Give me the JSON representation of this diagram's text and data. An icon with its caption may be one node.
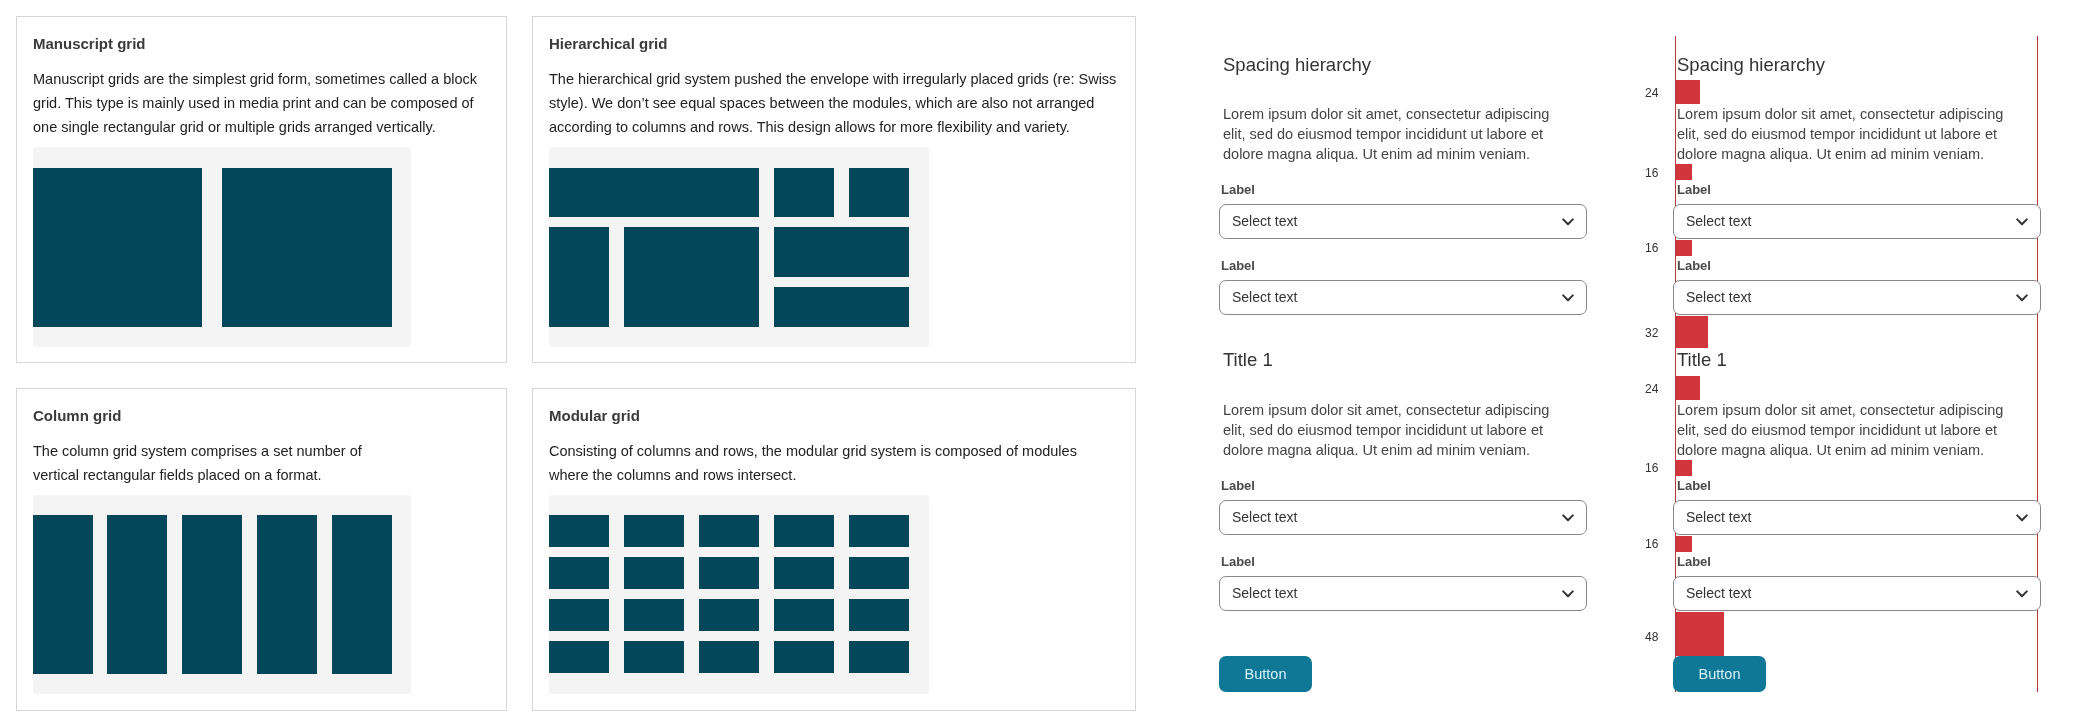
{
  "diagram": {
    "nodes": [
      {
        "text": [
          "Manuscript grid",
          "Manuscript grids are the simplest grid form, sometimes called a block grid. This type is mainly used in media print and can be composed of one single rectangular grid or multiple grids arranged vertically."
        ]
      },
      {
        "text": [
          "Hierarchical grid",
          "The hierarchical grid system pushed the envelope with irregularly placed grids (re: Swiss style). We don’t see equal spaces between the modules, which are also not arranged according to columns and rows. This design allows for more flexibility and variety."
        ]
      },
      {
        "text": [
          "Column grid",
          "The column grid system comprises a set number of vertical rectangular fields placed on a format."
        ]
      },
      {
        "text": [
          "Modular grid",
          "Consisting of columns and rows, the modular grid system is composed of modules where the columns and rows intersect."
        ]
      },
      {
        "text": [
          "Select text"
        ],
        "beside": [
          "Label"
        ]
      },
      {
        "text": [
          "Select text"
        ],
        "beside": [
          "Label"
        ]
      },
      {
        "text": [
          "Select text"
        ],
        "beside": [
          "Label"
        ]
      },
      {
        "text": [
          "Select text"
        ],
        "beside": [
          "Label"
        ]
      },
      {
        "text": [
          "Button"
        ]
      },
      {
        "text": [
          "Select text"
        ],
        "beside": [
          "Label"
        ]
      },
      {
        "text": [
          "Select text"
        ],
        "beside": [
          "Label"
        ]
      },
      {
        "text": [
          "Select text"
        ],
        "beside": [
          "Label"
        ]
      },
      {
        "text": [
          "Select text"
        ],
        "beside": [
          "Label"
        ]
      },
      {
        "text": [
          "Button"
        ]
      }
    ],
    "labels": [
      "Spacing hierarchy",
      "Lorem ipsum dolor sit amet, consectetur adipiscing elit, sed do eiusmod tempor incididunt ut labore et dolore magna aliqua. Ut enim ad minim veniam.",
      "Title 1",
      "Lorem ipsum dolor sit amet, consectetur adipiscing elit, sed do eiusmod tempor incididunt ut labore et dolore magna aliqua. Ut enim ad minim veniam.",
      "Spacing hierarchy",
      "24",
      "Lorem ipsum dolor sit amet, consectetur adipiscing elit, sed do eiusmod tempor incididunt ut labore et dolore magna aliqua. Ut enim ad minim veniam.",
      "16",
      "16",
      "32",
      "Title 1",
      "24",
      "Lorem ipsum dolor sit amet, consectetur adipiscing elit, sed do eiusmod tempor incididunt ut labore et dolore magna aliqua. Ut enim ad minim veniam.",
      "16",
      "16",
      "48"
    ]
  }
}
